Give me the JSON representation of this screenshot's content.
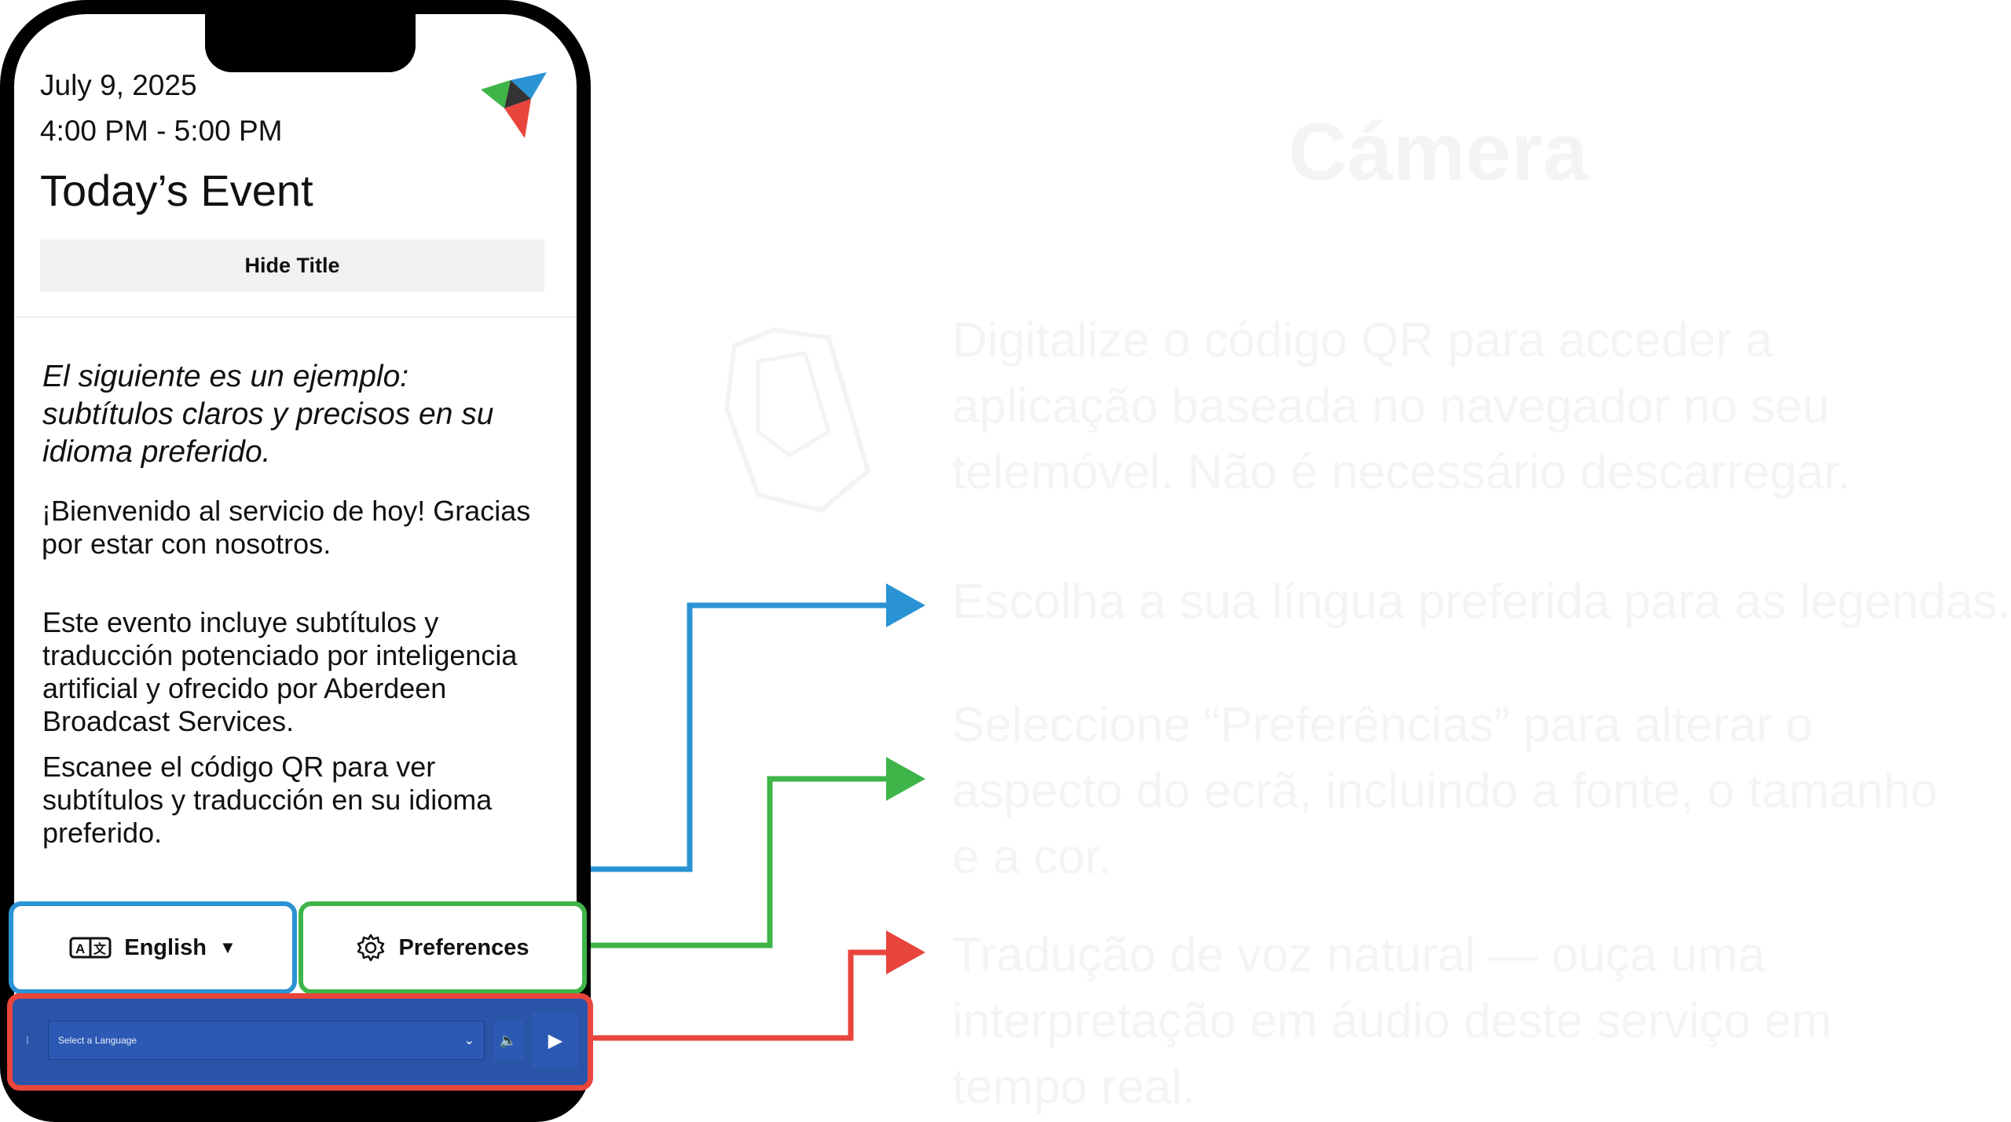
{
  "event": {
    "date": "July 9, 2025",
    "time": "4:00 PM - 5:00 PM",
    "title": "Today’s Event",
    "hide_title_label": "Hide Title"
  },
  "captions": {
    "intro": "El siguiente es un ejemplo: subtítulos claros y precisos en su idioma preferido.",
    "welcome": "¡Bienvenido al servicio de hoy! Gracias por estar con nosotros.",
    "description": "Este evento incluye subtítulos y traducción potenciado por inteligencia artificial y ofrecido por Aberdeen Broadcast Services.",
    "scan": "Escanee el código QR para ver subtítulos y traducción en su idioma preferido."
  },
  "controls": {
    "language_label": "English",
    "preferences_label": "Preferences",
    "audio_select_placeholder": "Select a Language"
  },
  "annotation_colors": {
    "language": "#2a93d4",
    "preferences": "#3fb549",
    "audio": "#e8453c"
  },
  "background_text": {
    "heading": "Cámera",
    "step1": "Digitalize o código QR para acceder a aplicação baseada no navegador no seu telemóvel. Não é necessário descarregar.",
    "step2": "Escolha a sua língua preferida para as legendas.",
    "step3": "Seleccione “Preferências” para alterar o aspecto do ecrã, incluindo a fonte, o tamanho e a cor.",
    "step4": "Tradução de voz natural — ouça uma interpretação em áudio deste serviço em tempo real."
  }
}
